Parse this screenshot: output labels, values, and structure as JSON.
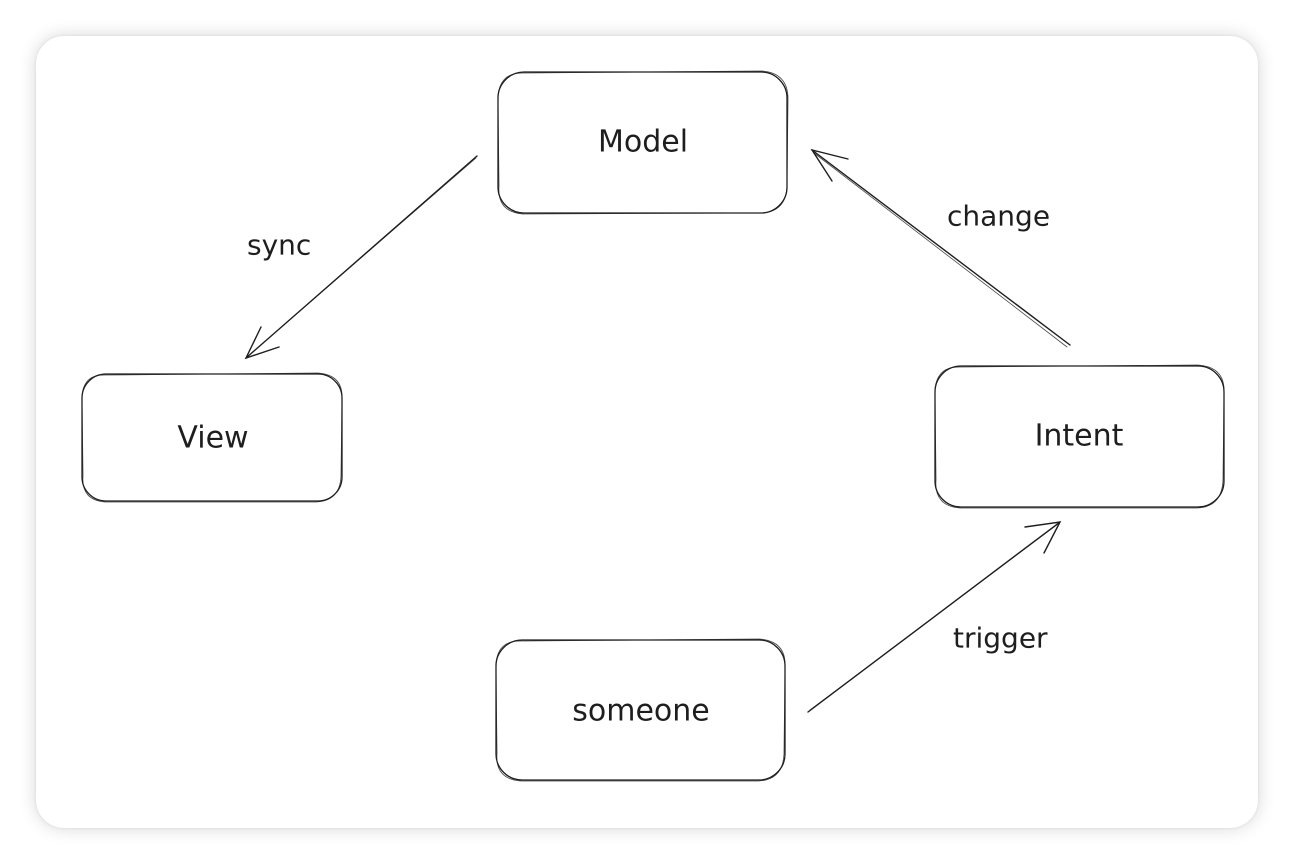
{
  "diagram": {
    "nodes": {
      "model": {
        "label": "Model"
      },
      "view": {
        "label": "View"
      },
      "intent": {
        "label": "Intent"
      },
      "someone": {
        "label": "someone"
      }
    },
    "edges": {
      "sync": {
        "label": "sync",
        "from": "Model",
        "to": "View"
      },
      "change": {
        "label": "change",
        "from": "Intent",
        "to": "Model"
      },
      "trigger": {
        "label": "trigger",
        "from": "someone",
        "to": "Intent"
      }
    },
    "colors": {
      "stroke": "#1e1e1e",
      "background": "#ffffff"
    }
  }
}
